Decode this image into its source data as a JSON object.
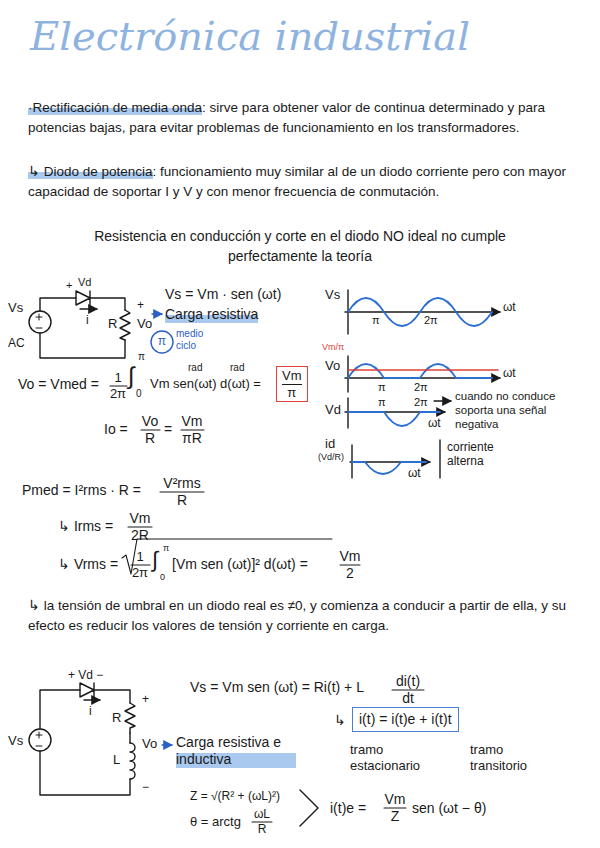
{
  "diagram": {
    "title": "Electrónica industrial",
    "nodes": [
      {
        "text": [
          "Vm",
          "π"
        ]
      },
      {
        "text": [
          "π"
        ]
      },
      {
        "text": [
          "i(t) = i(t)e + i(t)t"
        ]
      }
    ],
    "labels": [
      "·Rectificación de media onda",
      ": sirve para obtener valor de continua determinado y para potencias bajas, para evitar problemas de funcionamiento en los transformadores.",
      "↳ Diodo de potencia",
      ": funcionamiento muy similar al de un diodo corriente pero con mayor capacidad de soportar I y V y con menor frecuencia de conmutación.",
      "Resistencia en conducción y corte en el diodo NO ideal no cumple perfectamente la teoría",
      "Vd",
      "+",
      "Vs",
      "AC",
      "i",
      "R",
      "+",
      "Vo",
      "Vs = Vm · sen (ωt)",
      "Carga resistiva",
      "medio ciclo",
      "Vs",
      "π",
      "2π",
      "ωt",
      "Vm/π",
      "Vo",
      "π",
      "2π",
      "ωt",
      "Vd",
      "π",
      "2π",
      "ωt",
      "cuando no conduce soporta una señal negativa",
      "id",
      "(Vd/R)",
      "ωt",
      "corriente alterna",
      "Vo = Vmed =",
      "1",
      "2π",
      "∫",
      "π",
      "0",
      "Vm sen(ωt) d(ωt) =",
      "rad",
      "rad",
      "Io =",
      "Vo",
      "R",
      "=",
      "Vm",
      "πR",
      "Pmed = I²rms · R =",
      "V²rms",
      "R",
      "↳ Irms =",
      "Vm",
      "2R",
      "↳ Vrms =",
      "1",
      "2π",
      "∫",
      "π",
      "0",
      "[Vm sen (ωt)]² d(ωt) =",
      "Vm",
      "2",
      "↳ la tensión de umbral en un diodo real es ≠0, y comienza a conducir a partir de ella, y su efecto es reducir los valores de tensión y corriente en carga.",
      "+ Vd −",
      "i",
      "Vs",
      "R",
      "L",
      "+",
      "Vo",
      "−",
      "Carga resistiva e inductiva",
      "Vs = Vm sen (ωt) = Ri(t) + L",
      "di(t)",
      "dt",
      "↳",
      "tramo estacionario",
      "tramo transitorio",
      "Z = √(R² + (ωL)²)",
      "θ = arctg",
      "ωL",
      "R",
      "i(t)e =",
      "Vm",
      "Z",
      "sen (ωt − θ)"
    ]
  }
}
